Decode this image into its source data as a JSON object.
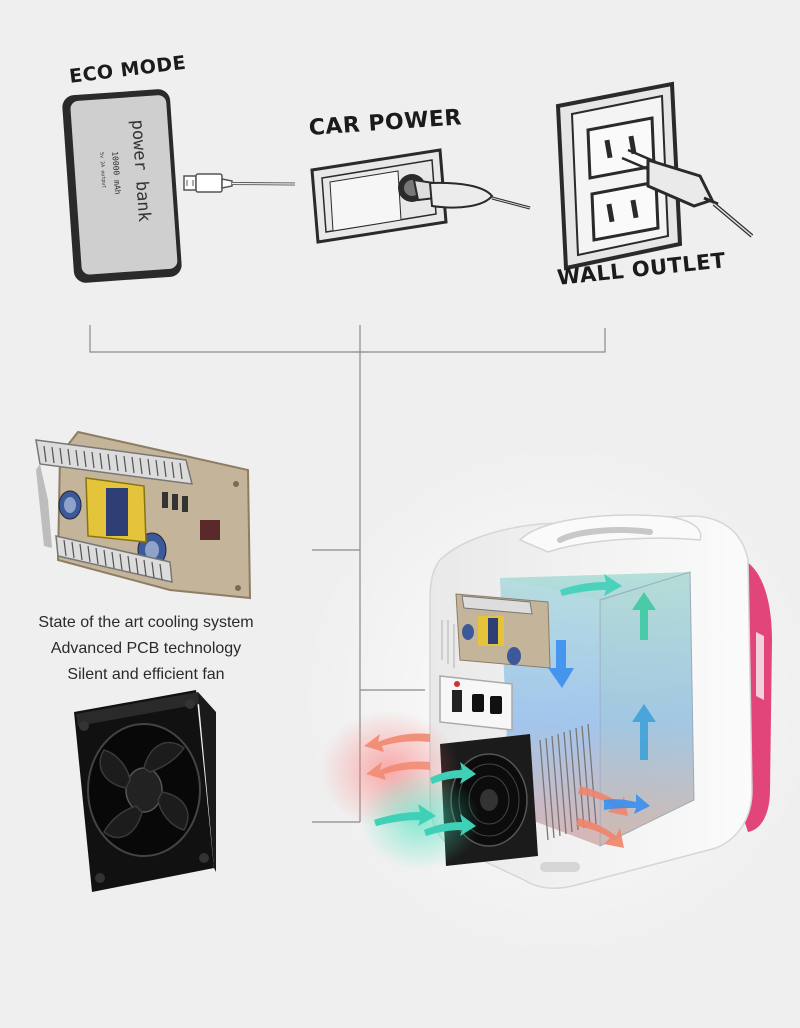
{
  "sources": {
    "eco_mode": "ECO MODE",
    "car_power": "CAR POWER",
    "wall_outlet": "WALL OUTLET"
  },
  "power_bank": {
    "brand": "power bank",
    "capacity": "10000 mAh",
    "note": "5v 2A output"
  },
  "features": [
    "State of the art cooling system",
    "Advanced PCB technology",
    "Silent and efficient fan"
  ],
  "colors": {
    "background": "#efefef",
    "line": "#8a8a8a",
    "fridge_body": "#f2f2f2",
    "fridge_accent": "#e2457a",
    "air_cool": "#3fd0b8",
    "air_hot": "#f08060",
    "air_blue": "#3a8ff0"
  }
}
